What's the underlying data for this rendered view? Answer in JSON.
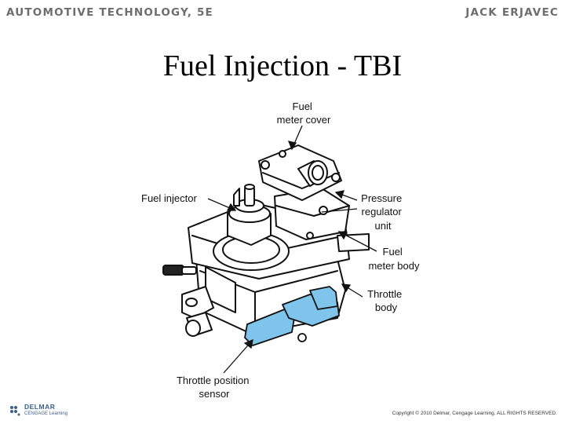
{
  "header": {
    "book_title": "AUTOMOTIVE TECHNOLOGY, 5E",
    "author": "JACK ERJAVEC"
  },
  "slide": {
    "title": "Fuel Injection - TBI"
  },
  "diagram": {
    "labels": {
      "fuel_meter_cover": [
        "Fuel",
        "meter cover"
      ],
      "fuel_injector": [
        "Fuel injector"
      ],
      "pressure_regulator": [
        "Pressure",
        "regulator",
        "unit"
      ],
      "fuel_meter_body": [
        "Fuel",
        "meter body"
      ],
      "throttle_body": [
        "Throttle",
        "body"
      ],
      "throttle_position_sensor": [
        "Throttle position",
        "sensor"
      ]
    },
    "highlight_color": "#7fc4ea",
    "line_color": "#111111"
  },
  "footer": {
    "logo_name": "DELMAR",
    "logo_sub": "CENGAGE Learning",
    "copyright": "Copyright © 2010 Delmar, Cengage Learning. ALL RIGHTS RESERVED."
  }
}
